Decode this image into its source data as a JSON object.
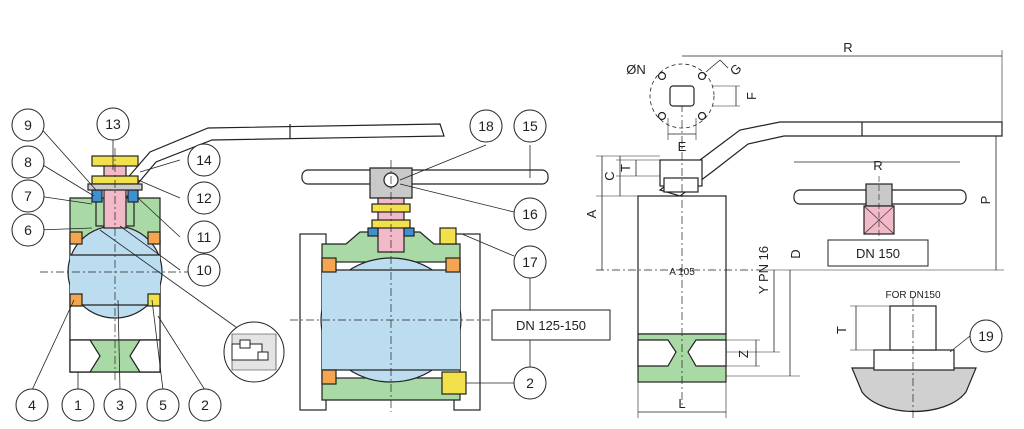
{
  "colors": {
    "body": "#a9d9a4",
    "ball": "#bcdcef",
    "seat": "#f3a64f",
    "nut": "#f2e14b",
    "stem": "#f2b9c8",
    "blue": "#3f8fd3",
    "handle_grey": "#c9c9c9",
    "line": "#222222"
  },
  "left_view": {
    "callouts": [
      "9",
      "13",
      "8",
      "14",
      "7",
      "12",
      "6",
      "11",
      "10",
      "4",
      "1",
      "3",
      "5",
      "2"
    ]
  },
  "middle_view": {
    "callouts": [
      "18",
      "15",
      "16",
      "17",
      "2"
    ],
    "label_box": "DN 125-150"
  },
  "right_view": {
    "dims": {
      "R": "R",
      "N": "ØN",
      "G": "G",
      "F": "F",
      "E": "E",
      "C": "C",
      "T": "T",
      "A": "A",
      "P": "P",
      "D": "D",
      "Y": "Y PN 16",
      "Z": "Z",
      "L": "L",
      "A105": "A 105"
    },
    "handle_inset": {
      "R": "R",
      "label_box": "DN 150"
    },
    "detail": {
      "title": "FOR DN150",
      "T": "T",
      "callout": "19"
    }
  }
}
